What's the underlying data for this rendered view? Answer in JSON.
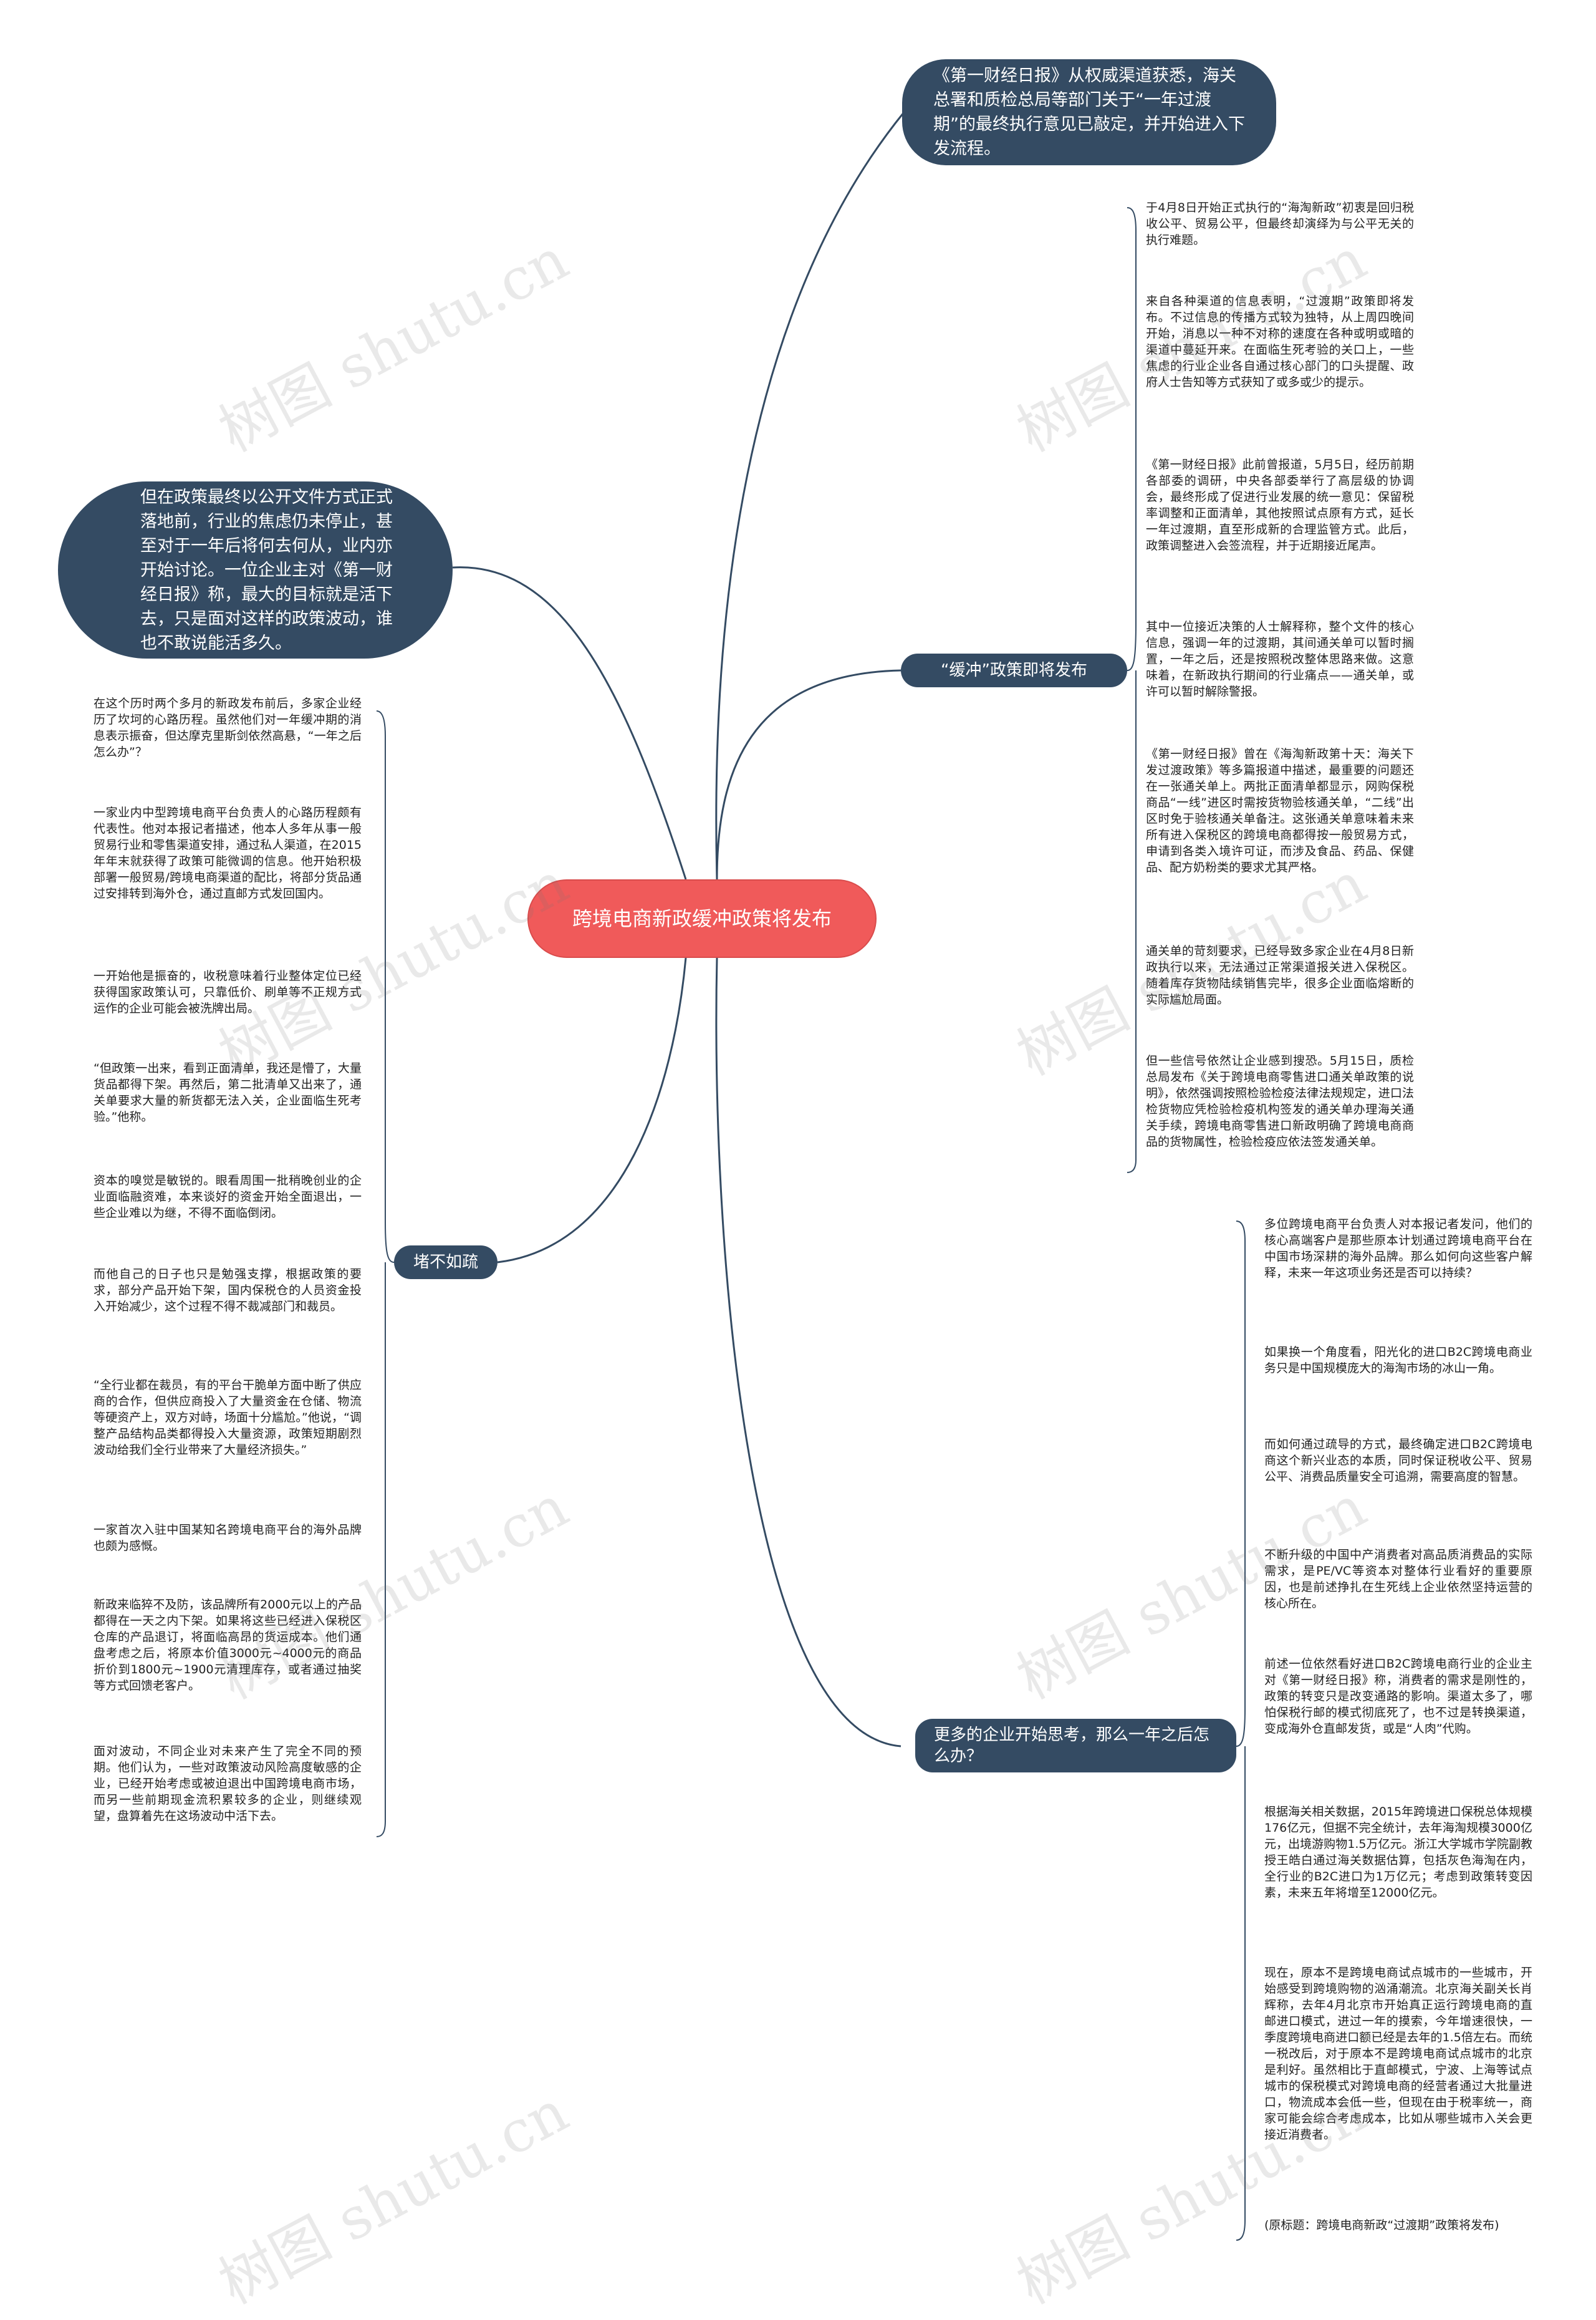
{
  "root": {
    "label": "跨境电商新政缓冲政策将发布"
  },
  "intro_bubble": {
    "text": "《第一财经日报》从权威渠道获悉，海关总署和质检总局等部门关于“一年过渡期”的最终执行意见已敲定，并开始进入下发流程。"
  },
  "left_bubble": {
    "text": "但在政策最终以公开文件方式正式落地前，行业的焦虑仍未停止，甚至对于一年后将何去何从，业内亦开始讨论。一位企业主对《第一财经日报》称，最大的目标就是活下去，只是面对这样的政策波动，谁也不敢说能活多久。"
  },
  "branches": {
    "buffer": {
      "label": "“缓冲”政策即将发布",
      "leaves": [
        "于4月8日开始正式执行的“海淘新政”初衷是回归税收公平、贸易公平，但最终却演绎为与公平无关的执行难题。",
        "来自各种渠道的信息表明，“过渡期”政策即将发布。不过信息的传播方式较为独特，从上周四晚间开始，消息以一种不对称的速度在各种或明或暗的渠道中蔓延开来。在面临生死考验的关口上，一些焦虑的行业企业各自通过核心部门的口头提醒、政府人士告知等方式获知了或多或少的提示。",
        "《第一财经日报》此前曾报道，5月5日，经历前期各部委的调研，中央各部委举行了高层级的协调会，最终形成了促进行业发展的统一意见：保留税率调整和正面清单，其他按照试点原有方式，延长一年过渡期，直至形成新的合理监管方式。此后，政策调整进入会签流程，并于近期接近尾声。",
        "其中一位接近决策的人士解释称，整个文件的核心信息，强调一年的过渡期，其间通关单可以暂时搁置，一年之后，还是按照税改整体思路来做。这意味着，在新政执行期间的行业痛点——通关单，或许可以暂时解除警报。",
        "《第一财经日报》曾在《海淘新政第十天：海关下发过渡政策》等多篇报道中描述，最重要的问题还在一张通关单上。两批正面清单都显示，网购保税商品“一线”进区时需按货物验核通关单，“二线”出区时免于验核通关单备注。这张通关单意味着未来所有进入保税区的跨境电商都得按一般贸易方式，申请到各类入境许可证，而涉及食品、药品、保健品、配方奶粉类的要求尤其严格。",
        "通关单的苛刻要求，已经导致多家企业在4月8日新政执行以来，无法通过正常渠道报关进入保税区。随着库存货物陆续销售完毕，很多企业面临熔断的实际尴尬局面。",
        "但一些信号依然让企业感到搜恐。5月15日，质检总局发布《关于跨境电商零售进口通关单政策的说明》，依然强调按照检验检疫法律法规规定，进口法检货物应凭检验检疫机构签发的通关单办理海关通关手续，跨境电商零售进口新政明确了跨境电商商品的货物属性，检验检疫应依法签发通关单。"
      ]
    },
    "block": {
      "label": "堵不如疏",
      "leaves": [
        "在这个历时两个多月的新政发布前后，多家企业经历了坎坷的心路历程。虽然他们对一年缓冲期的消息表示振奋，但达摩克里斯剑依然高悬，“一年之后怎么办”？",
        "一家业内中型跨境电商平台负责人的心路历程颇有代表性。他对本报记者描述，他本人多年从事一般贸易行业和零售渠道安排，通过私人渠道，在2015年年末就获得了政策可能微调的信息。他开始积极部署一般贸易/跨境电商渠道的配比，将部分货品通过安排转到海外仓，通过直邮方式发回国内。",
        "一开始他是振奋的，收税意味着行业整体定位已经获得国家政策认可，只靠低价、刷单等不正规方式运作的企业可能会被洗牌出局。",
        "“但政策一出来，看到正面清单，我还是懵了，大量货品都得下架。再然后，第二批清单又出来了，通关单要求大量的新货都无法入关，企业面临生死考验。”他称。",
        "资本的嗅觉是敏锐的。眼看周围一批稍晚创业的企业面临融资难，本来谈好的资金开始全面退出，一些企业难以为继，不得不面临倒闭。",
        "而他自己的日子也只是勉强支撑，根据政策的要求，部分产品开始下架，国内保税仓的人员资金投入开始减少，这个过程不得不裁减部门和裁员。",
        "“全行业都在裁员，有的平台干脆单方面中断了供应商的合作，但供应商投入了大量资金在仓储、物流等硬资产上，双方对峙，场面十分尴尬。”他说，“调整产品结构品类都得投入大量资源，政策短期剧烈波动给我们全行业带来了大量经济损失。”",
        "一家首次入驻中国某知名跨境电商平台的海外品牌也颇为感慨。",
        "新政来临猝不及防，该品牌所有2000元以上的产品都得在一天之内下架。如果将这些已经进入保税区仓库的产品退订，将面临高昂的货运成本。他们通盘考虑之后，将原本价值3000元~4000元的商品折价到1800元~1900元清理库存，或者通过抽奖等方式回馈老客户。",
        "面对波动，不同企业对未来产生了完全不同的预期。他们认为，一些对政策波动风险高度敏感的企业，已经开始考虑或被迫退出中国跨境电商市场，而另一些前期现金流积累较多的企业，则继续观望，盘算着先在这场波动中活下去。"
      ]
    },
    "more": {
      "label": "更多的企业开始思考，那么一年之后怎么办？",
      "leaves": [
        "多位跨境电商平台负责人对本报记者发问，他们的核心高端客户是那些原本计划通过跨境电商平台在中国市场深耕的海外品牌。那么如何向这些客户解释，未来一年这项业务还是否可以持续？",
        "如果换一个角度看，阳光化的进口B2C跨境电商业务只是中国规模庞大的海淘市场的冰山一角。",
        "而如何通过疏导的方式，最终确定进口B2C跨境电商这个新兴业态的本质，同时保证税收公平、贸易公平、消费品质量安全可追溯，需要高度的智慧。",
        "不断升级的中国中产消费者对高品质消费品的实际需求，是PE/VC等资本对整体行业看好的重要原因，也是前述挣扎在生死线上企业依然坚持运营的核心所在。",
        "前述一位依然看好进口B2C跨境电商行业的企业主对《第一财经日报》称，消费者的需求是刚性的，政策的转变只是改变通路的影响。渠道太多了，哪怕保税行邮的模式彻底死了，也不过是转换渠道，变成海外仓直邮发货，或是“人肉”代购。",
        "根据海关相关数据，2015年跨境进口保税总体规模176亿元，但据不完全统计，去年海淘规模3000亿元，出境游购物1.5万亿元。浙江大学城市学院副教授王皓白通过海关数据估算，包括灰色海淘在内，全行业的B2C进口为1万亿元；考虑到政策转变因素，未来五年将增至12000亿元。",
        "现在，原本不是跨境电商试点城市的一些城市，开始感受到跨境购物的汹涌潮流。北京海关副关长肖辉称，去年4月北京市开始真正运行跨境电商的直邮进口模式，进过一年的摸索，今年增速很快，一季度跨境电商进口额已经是去年的1.5倍左右。而统一税改后，对于原本不是跨境电商试点城市的北京是利好。虽然相比于直邮模式，宁波、上海等试点城市的保税模式对跨境电商的经营者通过大批量进口，物流成本会低一些，但现在由于税率统一，商家可能会综合考虑成本，比如从哪些城市入关会更接近消费者。",
        "(原标题：跨境电商新政“过渡期”政策将发布)"
      ]
    }
  },
  "watermark": {
    "text": "树图 shutu.cn"
  },
  "colors": {
    "root_fill": "#f05a5a",
    "node_fill": "#344b63",
    "link": "#344b63",
    "text": "#222222"
  }
}
